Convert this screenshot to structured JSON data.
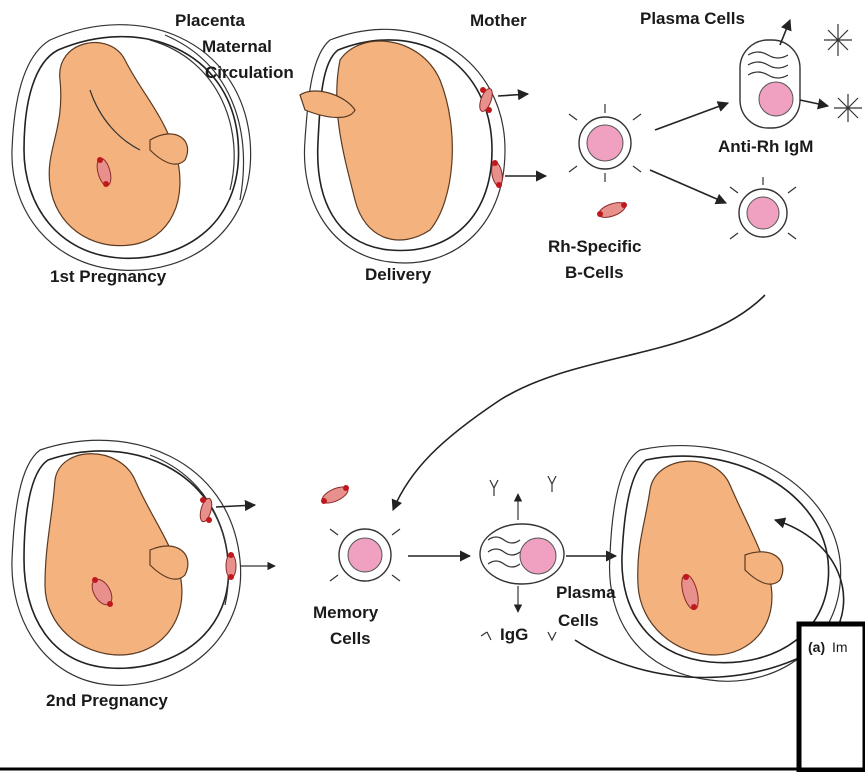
{
  "labels": {
    "placenta": "Placenta",
    "maternal": "Maternal",
    "circulation": "Circulation",
    "mother": "Mother",
    "plasma_cells_top": "Plasma Cells",
    "anti_rh_igm": "Anti-Rh IgM",
    "rh_specific": "Rh-Specific",
    "b_cells": "B-Cells",
    "first_pregnancy": "1st Pregnancy",
    "delivery": "Delivery",
    "second_pregnancy": "2nd Pregnancy",
    "memory": "Memory",
    "cells_memory": "Cells",
    "plasma_bottom": "Plasma",
    "cells_plasma": "Cells",
    "igg": "IgG"
  },
  "inset": {
    "prefix": "(a)",
    "text": "Im"
  },
  "colors": {
    "fetus_skin": "#f4b27e",
    "nucleus_pink": "#f0a0c0",
    "rbc_red": "#e8908c"
  }
}
